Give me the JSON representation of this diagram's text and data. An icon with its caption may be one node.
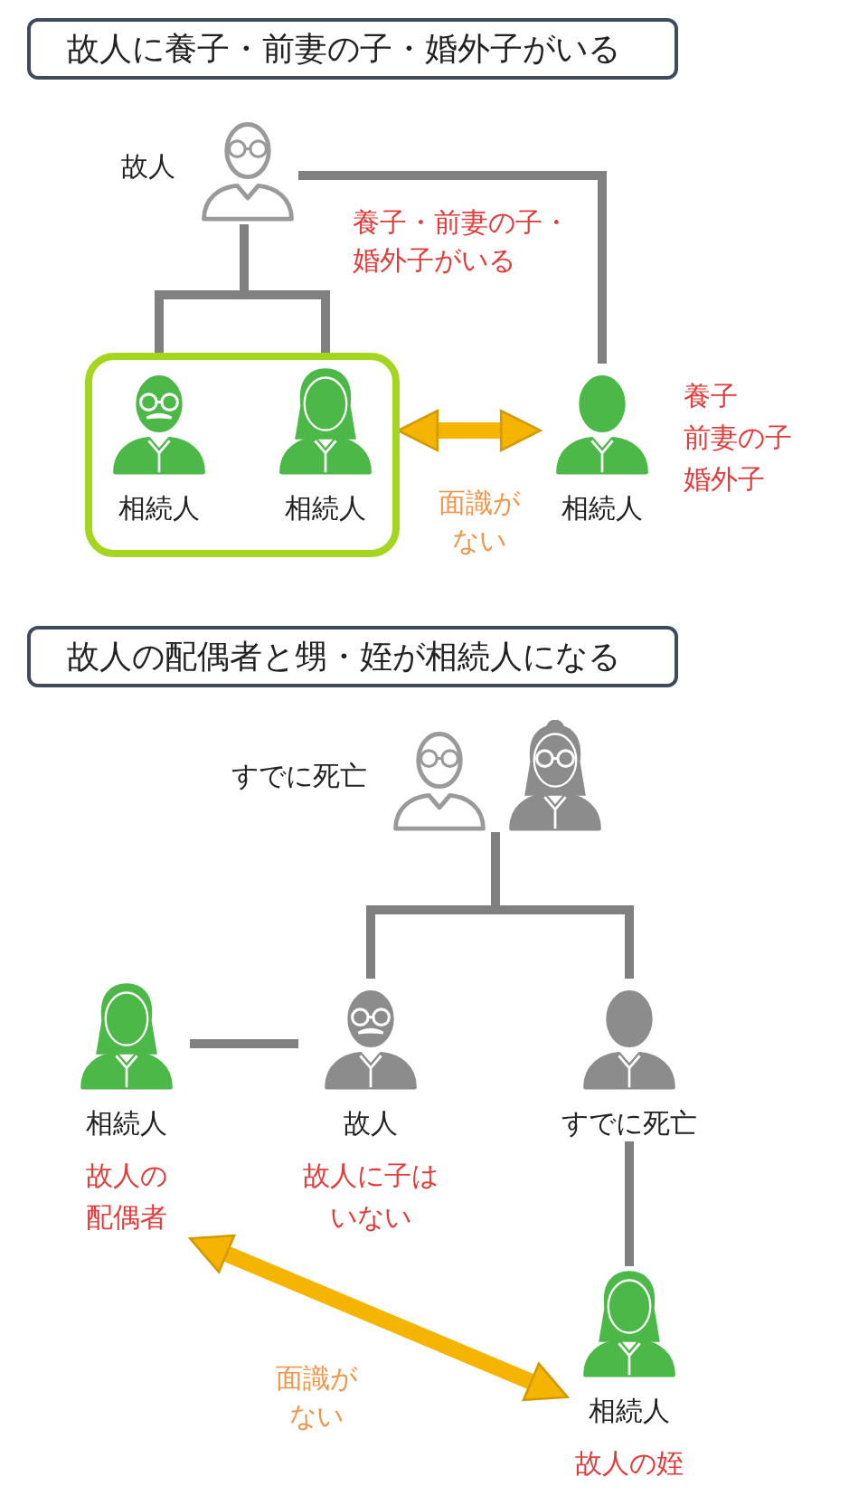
{
  "diagram": {
    "nodes": [
      {
        "text": [
          "故人に養子・前妻の子・婚外子がいる"
        ]
      },
      {
        "text": [
          "故人"
        ]
      },
      {
        "text": [],
        "shape": "box"
      },
      {
        "text": [
          "相続人"
        ],
        "in": 2
      },
      {
        "text": [
          "相続人"
        ],
        "in": 2
      },
      {
        "text": [
          "相続人"
        ],
        "beside": [
          "養子",
          "前妻の子",
          "婚外子"
        ]
      },
      {
        "text": [
          "故人の配偶者と甥・姪が相続人になる"
        ]
      },
      {
        "text": [
          "すでに死亡"
        ]
      },
      {
        "text": [],
        "shape": "person"
      },
      {
        "text": [
          "相続人"
        ],
        "beside": [
          "故人の配偶者"
        ]
      },
      {
        "text": [
          "故人"
        ],
        "beside": [
          "故人に子はいない"
        ]
      },
      {
        "text": [
          "すでに死亡"
        ]
      },
      {
        "text": [
          "相続人"
        ],
        "beside": [
          "故人の姪"
        ]
      }
    ],
    "edges": [
      {
        "from": 1,
        "to": 3,
        "arrow": "none"
      },
      {
        "from": 1,
        "to": 4,
        "arrow": "none"
      },
      {
        "from": 1,
        "to": 5,
        "arrow": "none",
        "label": "養子・前妻の子・婚外子がいる"
      },
      {
        "from": 2,
        "to": 5,
        "arrow": "both",
        "style": "thick",
        "color": "#f5b400",
        "label": "面識がない"
      },
      {
        "from": 7,
        "to": 10,
        "arrow": "none"
      },
      {
        "from": 7,
        "to": 11,
        "arrow": "none"
      },
      {
        "from": 8,
        "to": 10,
        "arrow": "none"
      },
      {
        "from": 8,
        "to": 11,
        "arrow": "none"
      },
      {
        "from": 9,
        "to": 10,
        "arrow": "none"
      },
      {
        "from": 11,
        "to": 12,
        "arrow": "none"
      },
      {
        "from": 12,
        "to": 9,
        "arrow": "both",
        "style": "thick",
        "color": "#f5b400",
        "label": "面識がない"
      }
    ]
  }
}
